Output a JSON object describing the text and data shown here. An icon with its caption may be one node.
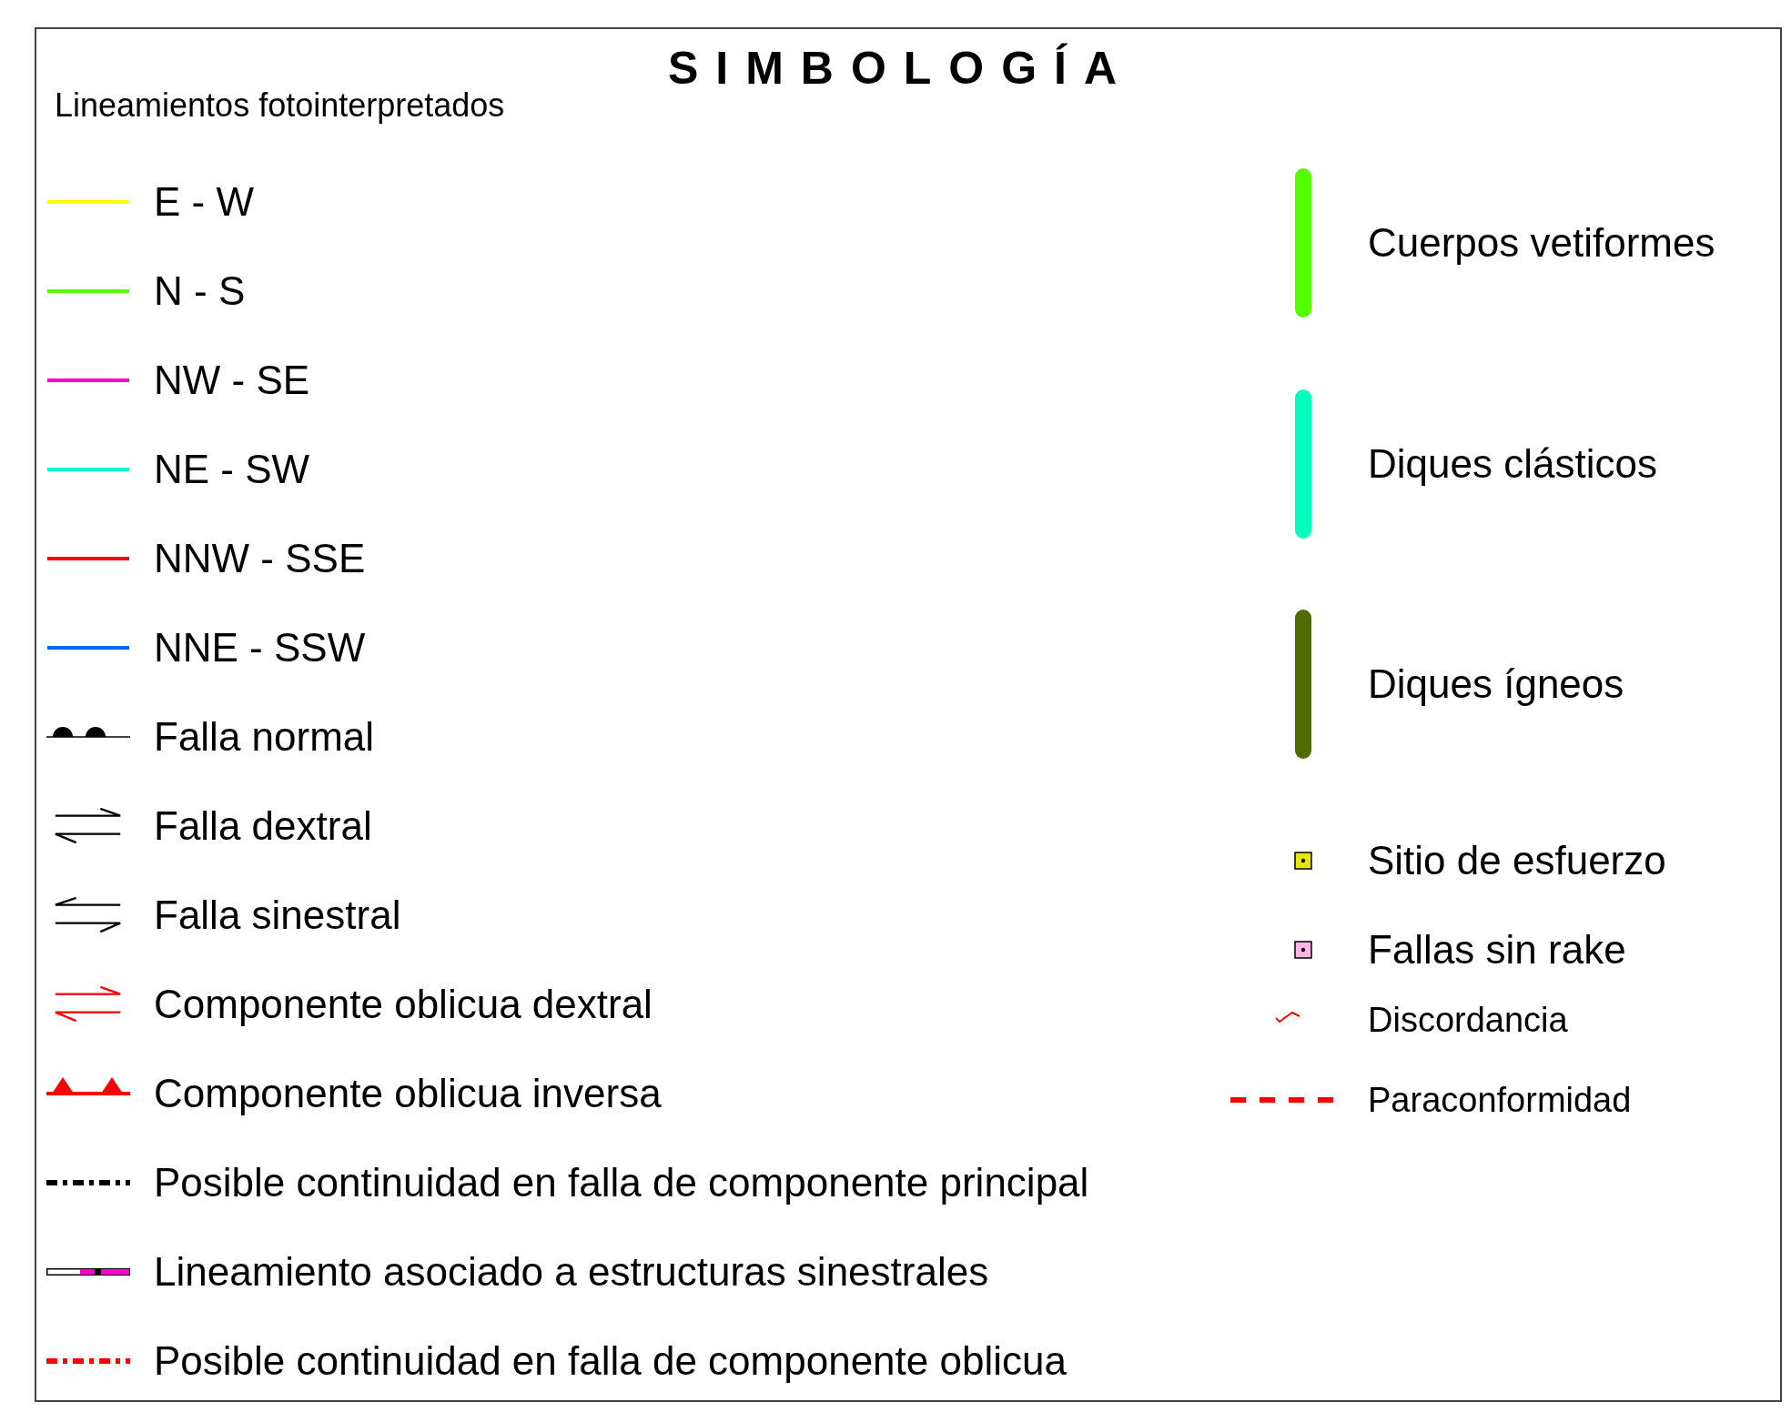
{
  "diagram": {
    "title": "SIMBOLOGÍA",
    "labels": [
      "Lineamientos fotointerpretados"
    ],
    "legend": [
      {
        "text": "E - W",
        "color": "#ffff00"
      },
      {
        "text": "N - S",
        "color": "#55ff00"
      },
      {
        "text": "NW - SE",
        "color": "#ff00cc"
      },
      {
        "text": "NE - SW",
        "color": "#00ffc8"
      },
      {
        "text": "NNW - SSE",
        "color": "#ff0000"
      },
      {
        "text": "NNE - SSW",
        "color": "#0066ff"
      },
      {
        "text": "Falla normal"
      },
      {
        "text": "Falla dextral"
      },
      {
        "text": "Falla sinestral"
      },
      {
        "text": "Componente oblicua dextral",
        "color": "#ff0000"
      },
      {
        "text": "Componente oblicua inversa",
        "color": "#ff0000"
      },
      {
        "text": "Posible continuidad en falla de componente principal"
      },
      {
        "text": "Lineamiento asociado a estructuras sinestrales"
      },
      {
        "text": "Posible continuidad en falla de componente oblicua",
        "color": "#ff0000"
      },
      {
        "text": "Cuerpos vetiformes",
        "color": "#55ff00"
      },
      {
        "text": "Diques clásticos",
        "color": "#00ffbf"
      },
      {
        "text": "Diques ígneos",
        "color": "#4d6b00"
      },
      {
        "text": "Sitio de esfuerzo",
        "color": "#e6e600"
      },
      {
        "text": "Fallas sin rake",
        "color": "#ffb3e6"
      },
      {
        "text": "Discordancia",
        "color": "#ff0000"
      },
      {
        "text": "Paraconformidad",
        "color": "#ff0000"
      }
    ]
  }
}
